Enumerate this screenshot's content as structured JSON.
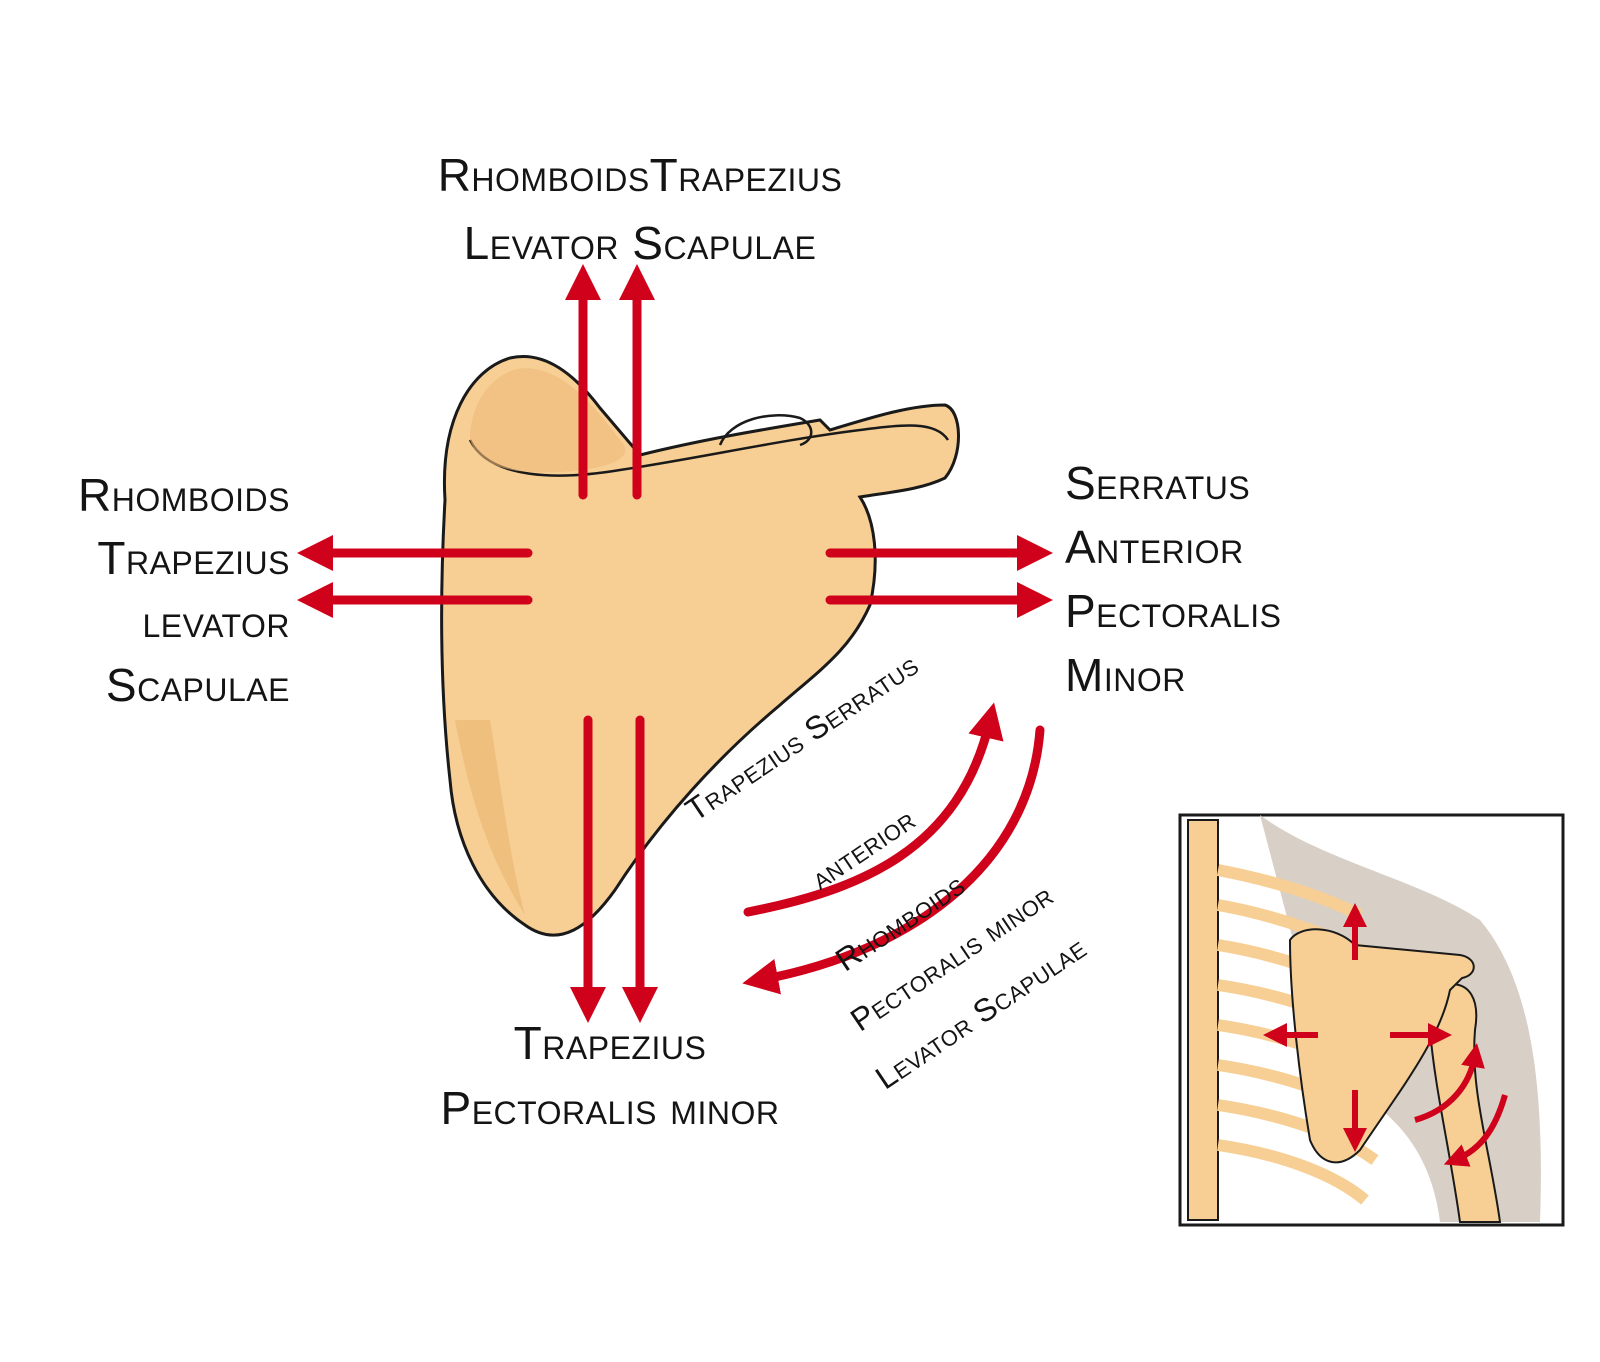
{
  "colors": {
    "arrow": "#d0021b",
    "bone": "#f7cf94",
    "bone_shade": "#e9b46f",
    "outline": "#1a1a1a",
    "background": "#ffffff",
    "inset_skin": "#d8cfc6"
  },
  "labels": {
    "top_line1": "RhomboidsTrapezius",
    "top_line2": "Levator Scapulae",
    "left_1": "Rhomboids",
    "left_2": "Trapezius",
    "left_3": "levator",
    "left_4": "Scapulae",
    "right_1": "Serratus",
    "right_2": "Anterior",
    "right_3": "Pectoralis",
    "right_4": "Minor",
    "bottom_1": "Trapezius",
    "bottom_2": "Pectoralis minor",
    "curve_up_1": "Trapezius Serratus",
    "curve_up_2": "anterior",
    "curve_down_1": "Rhomboids",
    "curve_down_2": "Pectoralis minor",
    "curve_down_3": "Levator Scapulae"
  },
  "icons": {
    "main": "scapula-illustration",
    "inset": "thorax-scapula-inset"
  }
}
